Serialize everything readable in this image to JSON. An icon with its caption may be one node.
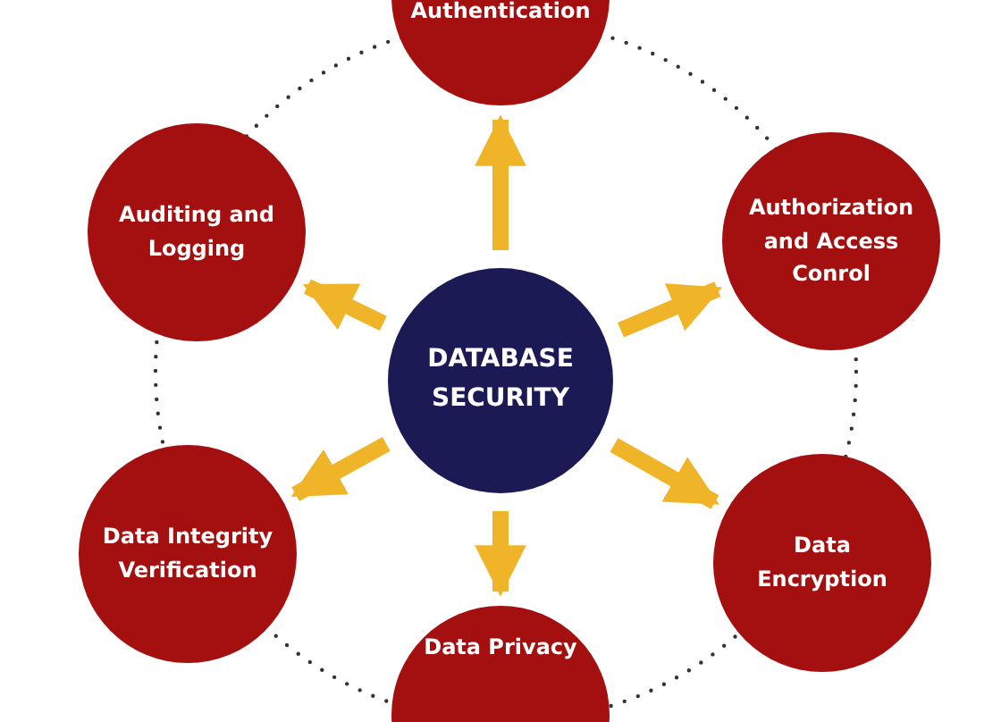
{
  "diagram": {
    "nodes": [
      {
        "text": [
          "DATABASE SECURITY"
        ]
      },
      {
        "text": [
          "Authentication"
        ]
      },
      {
        "text": [
          "Auditing and Logging"
        ]
      },
      {
        "text": [
          "Authorization and Access Conrol"
        ]
      },
      {
        "text": [
          "Data Integrity Verification"
        ]
      },
      {
        "text": [
          "Data Encryption"
        ]
      },
      {
        "text": [
          "Data Privacy"
        ]
      }
    ],
    "edges": [
      {
        "from": 0,
        "to": 1,
        "arrow": "to"
      },
      {
        "from": 0,
        "to": 2,
        "arrow": "to"
      },
      {
        "from": 0,
        "to": 3,
        "arrow": "to"
      },
      {
        "from": 0,
        "to": 4,
        "arrow": "to"
      },
      {
        "from": 0,
        "to": 5,
        "arrow": "to"
      },
      {
        "from": 0,
        "to": 6,
        "arrow": "to"
      }
    ]
  }
}
